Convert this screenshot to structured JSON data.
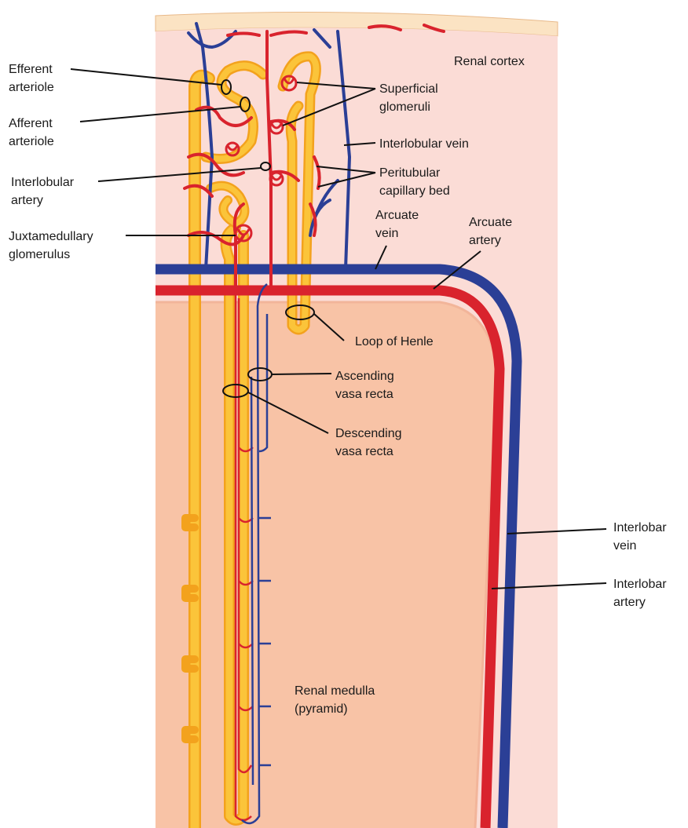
{
  "labels": {
    "renal_cortex": "Renal cortex",
    "efferent_arteriole": [
      "Efferent",
      "arteriole"
    ],
    "afferent_arteriole": [
      "Afferent",
      "arteriole"
    ],
    "interlobular_artery": [
      "Interlobular",
      "artery"
    ],
    "juxtamedullary_glomerulus": [
      "Juxtamedullary",
      "glomerulus"
    ],
    "superficial_glomeruli": [
      "Superficial",
      "glomeruli"
    ],
    "interlobular_vein": "Interlobular vein",
    "peritubular_capillary_bed": [
      "Peritubular",
      "capillary bed"
    ],
    "arcuate_vein": [
      "Arcuate",
      "vein"
    ],
    "arcuate_artery": [
      "Arcuate",
      "artery"
    ],
    "loop_of_henle": "Loop of Henle",
    "ascending_vasa_recta": [
      "Ascending",
      "vasa recta"
    ],
    "descending_vasa_recta": [
      "Descending",
      "vasa recta"
    ],
    "interlobar_vein": [
      "Interlobar",
      "vein"
    ],
    "interlobar_artery": [
      "Interlobar",
      "artery"
    ],
    "renal_medulla": [
      "Renal medulla",
      "(pyramid)"
    ]
  },
  "colors": {
    "capsule": "#fbe3c3",
    "cortex": "#fbdcd6",
    "medulla": "#f8c3a6",
    "artery": "#d9232d",
    "vein": "#2b3f96",
    "tubule": "#fbc43a",
    "tubule_edge": "#f3a21d",
    "leader": "#111111"
  }
}
